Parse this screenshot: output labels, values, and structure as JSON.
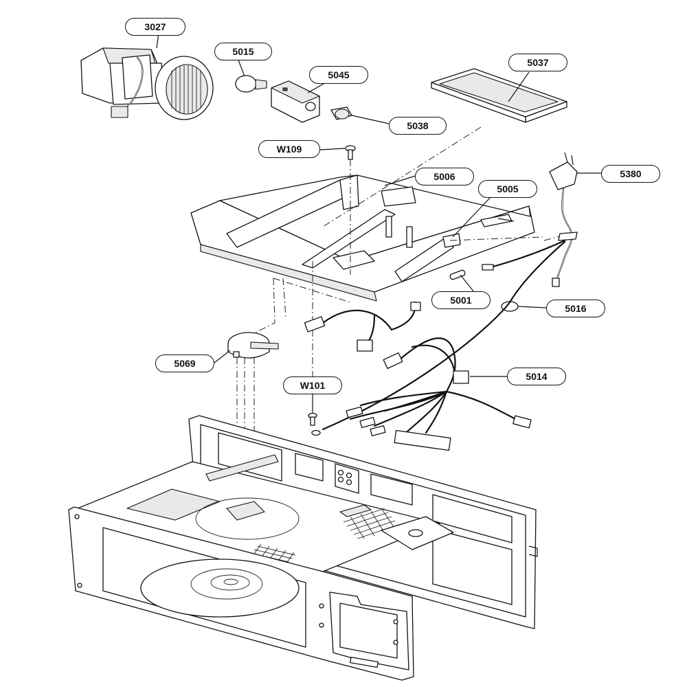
{
  "callouts": [
    {
      "id": "c3027",
      "label": "3027"
    },
    {
      "id": "c5015",
      "label": "5015"
    },
    {
      "id": "c5045",
      "label": "5045"
    },
    {
      "id": "c5037",
      "label": "5037"
    },
    {
      "id": "c5038",
      "label": "5038"
    },
    {
      "id": "cW109",
      "label": "W109"
    },
    {
      "id": "c5006",
      "label": "5006"
    },
    {
      "id": "c5005",
      "label": "5005"
    },
    {
      "id": "c5380",
      "label": "5380"
    },
    {
      "id": "c5001",
      "label": "5001"
    },
    {
      "id": "c5016",
      "label": "5016"
    },
    {
      "id": "c5069",
      "label": "5069"
    },
    {
      "id": "c5014",
      "label": "5014"
    },
    {
      "id": "cW101",
      "label": "W101"
    }
  ],
  "colors": {
    "line": "#111111",
    "background": "#ffffff",
    "shade": "#e9e9e9"
  }
}
